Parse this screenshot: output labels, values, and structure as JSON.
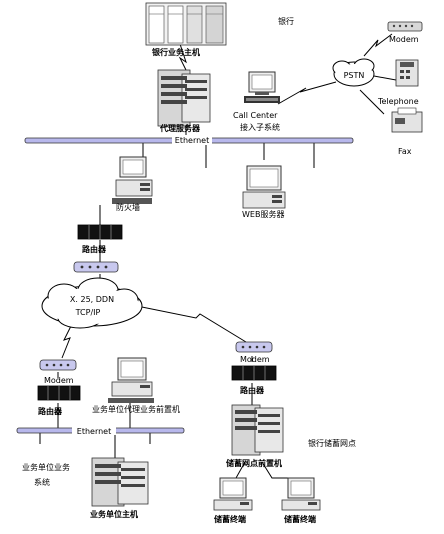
{
  "labels": {
    "bank": "银行",
    "bank_host": "银行业务主机",
    "modem_top": "Modem",
    "pstn": "PSTN",
    "telephone": "Telephone",
    "fax": "Fax",
    "proxy_server": "代理服务器",
    "call_center": "Call Center",
    "call_center_sub": "接入子系统",
    "ethernet_top": "Ethernet",
    "firewall": "防火墙",
    "web_server": "WEB服务器",
    "router_top": "路由器",
    "cloud_line1": "X. 25, DDN",
    "cloud_line2": "TCP/IP",
    "modem_left": "Modem",
    "router_left": "路由器",
    "front_end": "业务单位代理业务前置机",
    "ethernet_bottom": "Ethernet",
    "unit_system_line1": "业务单位业务",
    "unit_system_line2": "系统",
    "unit_host": "业务单位主机",
    "modem_right": "Modem",
    "router_right": "路由器",
    "outlet_front": "储蓄网点前置机",
    "bank_outlet": "银行储蓄网点",
    "terminal_1": "储蓄终端",
    "terminal_2": "储蓄终端"
  }
}
